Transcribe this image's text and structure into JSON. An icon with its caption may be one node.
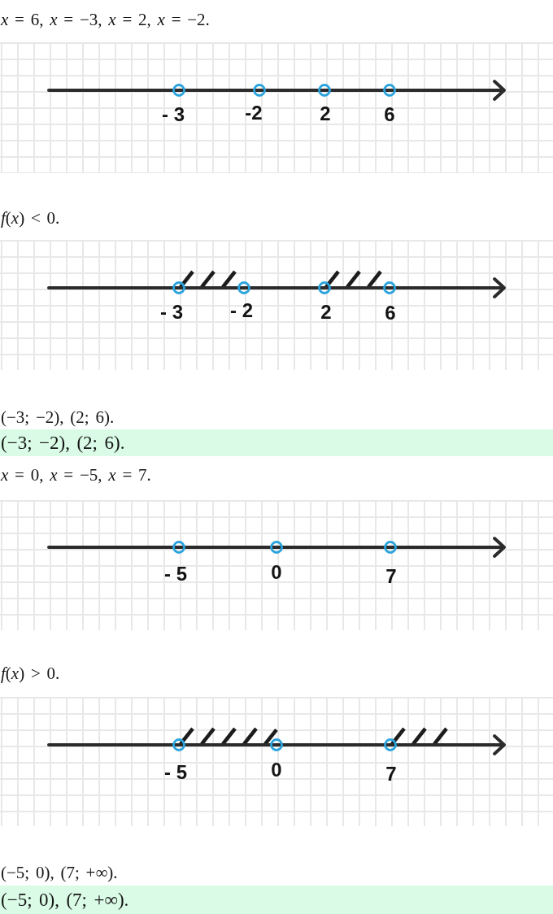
{
  "diagram": {
    "labels": [
      "*x* = 6, *x* = −3, *x* = 2, *x* = −2.",
      "- 3",
      "-2",
      "2",
      "6",
      "*f*(*x*) < 0.",
      "- 3",
      "- 2",
      "2",
      "6",
      "(−3; −2), (2; 6).",
      "(−3; −2), (2; 6).",
      "*x* = 0, *x* = −5, *x* = 7.",
      "- 5",
      "0",
      "7",
      "*f*(*x*) > 0.",
      "- 5",
      "0",
      "7",
      "(−5; 0), (7; +∞).",
      "(−5; 0), (7; +∞)."
    ]
  }
}
